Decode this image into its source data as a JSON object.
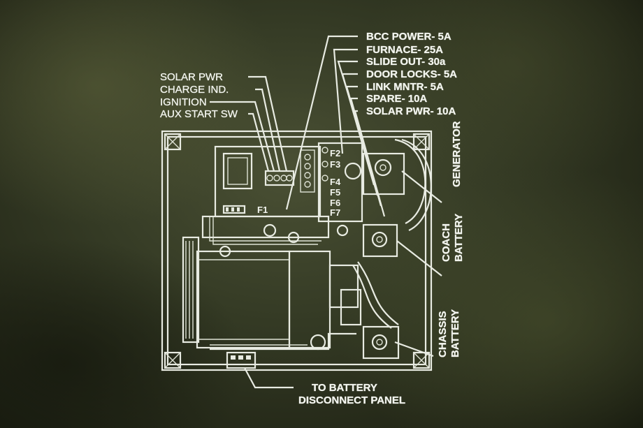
{
  "right_labels": [
    "BCC POWER- 5A",
    "FURNACE- 25A",
    "SLIDE OUT- 30a",
    "DOOR LOCKS- 5A",
    "LINK MNTR- 5A",
    "SPARE- 10A",
    "SOLAR PWR- 10A"
  ],
  "left_labels": [
    "SOLAR PWR",
    "CHARGE IND.",
    "IGNITION",
    "AUX START SW"
  ],
  "fuses": [
    "F1",
    "F2",
    "F3",
    "F4",
    "F5",
    "F6",
    "F7"
  ],
  "side_labels": {
    "generator": "GENERATOR",
    "coach_1": "COACH",
    "coach_2": "BATTERY",
    "chassis_1": "CHASSIS",
    "chassis_2": "BATTERY"
  },
  "bottom_label": {
    "line1": "TO BATTERY",
    "line2": "DISCONNECT PANEL"
  }
}
